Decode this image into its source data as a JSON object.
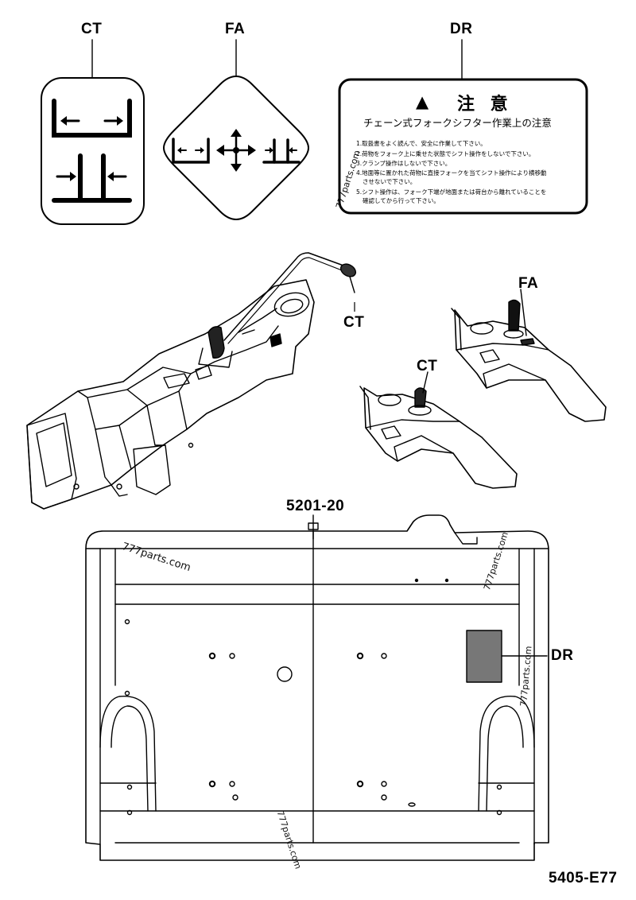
{
  "labels": {
    "ct": "CT",
    "fa": "FA",
    "dr": "DR",
    "part_number": "5201-20",
    "figure_code": "5405-E77"
  },
  "watermark": "777parts.com",
  "caution_decal": {
    "warning_icon": "warning-triangle-icon",
    "title": "注 意",
    "subtitle": "チェーン式フォークシフター作業上の注意",
    "lines": [
      "1.取扱書をよく読んで、安全に作業して下さい。",
      "2.荷物をフォーク上に乗せた状態でシフト操作をしないで下さい。",
      "3.クランプ操作はしないで下さい。",
      "4.地面等に置かれた荷物に直接フォークを当てシフト操作により横移動",
      "させないで下さい。",
      "5.シフト操作は、フォーク下端が地面または荷台から離れていることを",
      "確認してから行って下さい。"
    ]
  }
}
